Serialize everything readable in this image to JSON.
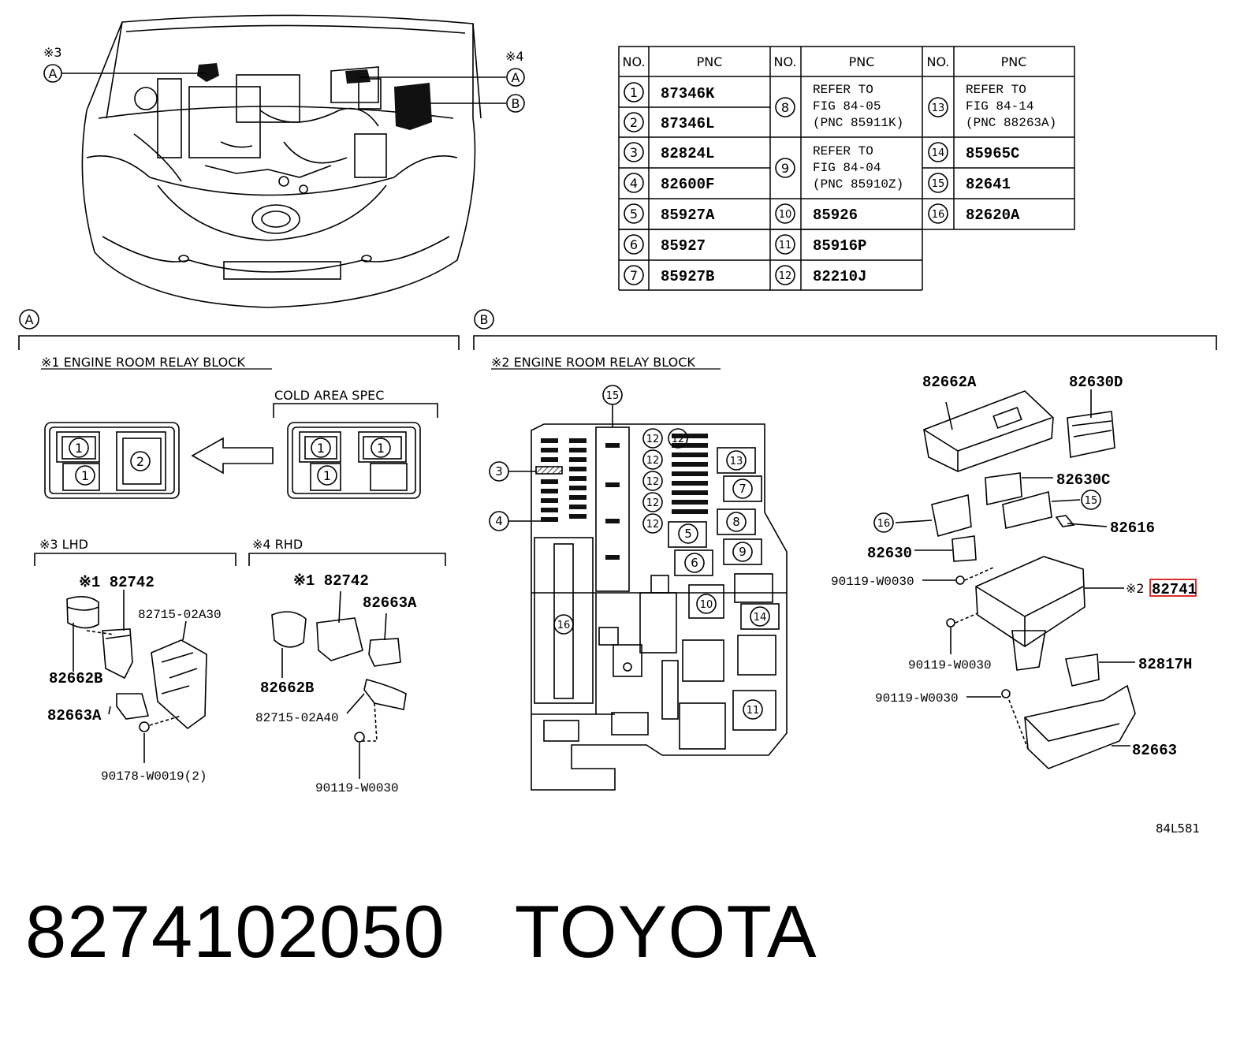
{
  "table": {
    "col_no": "NO.",
    "col_pnc": "PNC",
    "rows": [
      {
        "no": "1",
        "pnc": "87346K"
      },
      {
        "no": "2",
        "pnc": "87346L"
      },
      {
        "no": "3",
        "pnc": "82824L"
      },
      {
        "no": "4",
        "pnc": "82600F"
      },
      {
        "no": "5",
        "pnc": "85927A"
      },
      {
        "no": "6",
        "pnc": "85927"
      },
      {
        "no": "7",
        "pnc": "85927B"
      },
      {
        "no": "8",
        "pnc": [
          "REFER TO",
          "FIG 84-05",
          "(PNC 85911K)"
        ]
      },
      {
        "no": "9",
        "pnc": [
          "REFER TO",
          "FIG 84-04",
          "(PNC 85910Z)"
        ]
      },
      {
        "no": "10",
        "pnc": "85926"
      },
      {
        "no": "11",
        "pnc": "85916P"
      },
      {
        "no": "12",
        "pnc": "82210J"
      },
      {
        "no": "13",
        "pnc": [
          "REFER TO",
          "FIG 84-14",
          "(PNC 88263A)"
        ]
      },
      {
        "no": "14",
        "pnc": "85965C"
      },
      {
        "no": "15",
        "pnc": "82641"
      },
      {
        "no": "16",
        "pnc": "82620A"
      }
    ]
  },
  "top_view": {
    "note3": "※3",
    "note4": "※4",
    "callout_a": "A",
    "callout_b": "B"
  },
  "section_a": {
    "tag": "A",
    "title": "※1 ENGINE ROOM RELAY BLOCK",
    "cold_spec": "COLD AREA SPEC",
    "lhd": "※3 LHD",
    "rhd": "※4 RHD",
    "lhd_parts": {
      "p82742": "※1 82742",
      "p82715": "82715-02A30",
      "p82662B": "82662B",
      "p82663A": "82663A",
      "p90178": "90178-W0019(2)"
    },
    "rhd_parts": {
      "p82742": "※1 82742",
      "p82663A": "82663A",
      "p82662B": "82662B",
      "p82715": "82715-02A40",
      "p90119": "90119-W0030"
    }
  },
  "section_b": {
    "tag": "B",
    "title": "※2 ENGINE ROOM RELAY BLOCK",
    "parts": {
      "p82662A": "82662A",
      "p82630D": "82630D",
      "p82630C": "82630C",
      "p82616": "82616",
      "p82630": "82630",
      "p90119_a": "90119-W0030",
      "p82741_prefix": "※2",
      "p82741": "82741",
      "p90119_b": "90119-W0030",
      "p82817H": "82817H",
      "p90119_c": "90119-W0030",
      "p82663": "82663"
    },
    "highlight_color": "#d9302c"
  },
  "fig_code": "84L581",
  "footer": {
    "part_number": "8274102050",
    "brand": "TOYOTA"
  }
}
